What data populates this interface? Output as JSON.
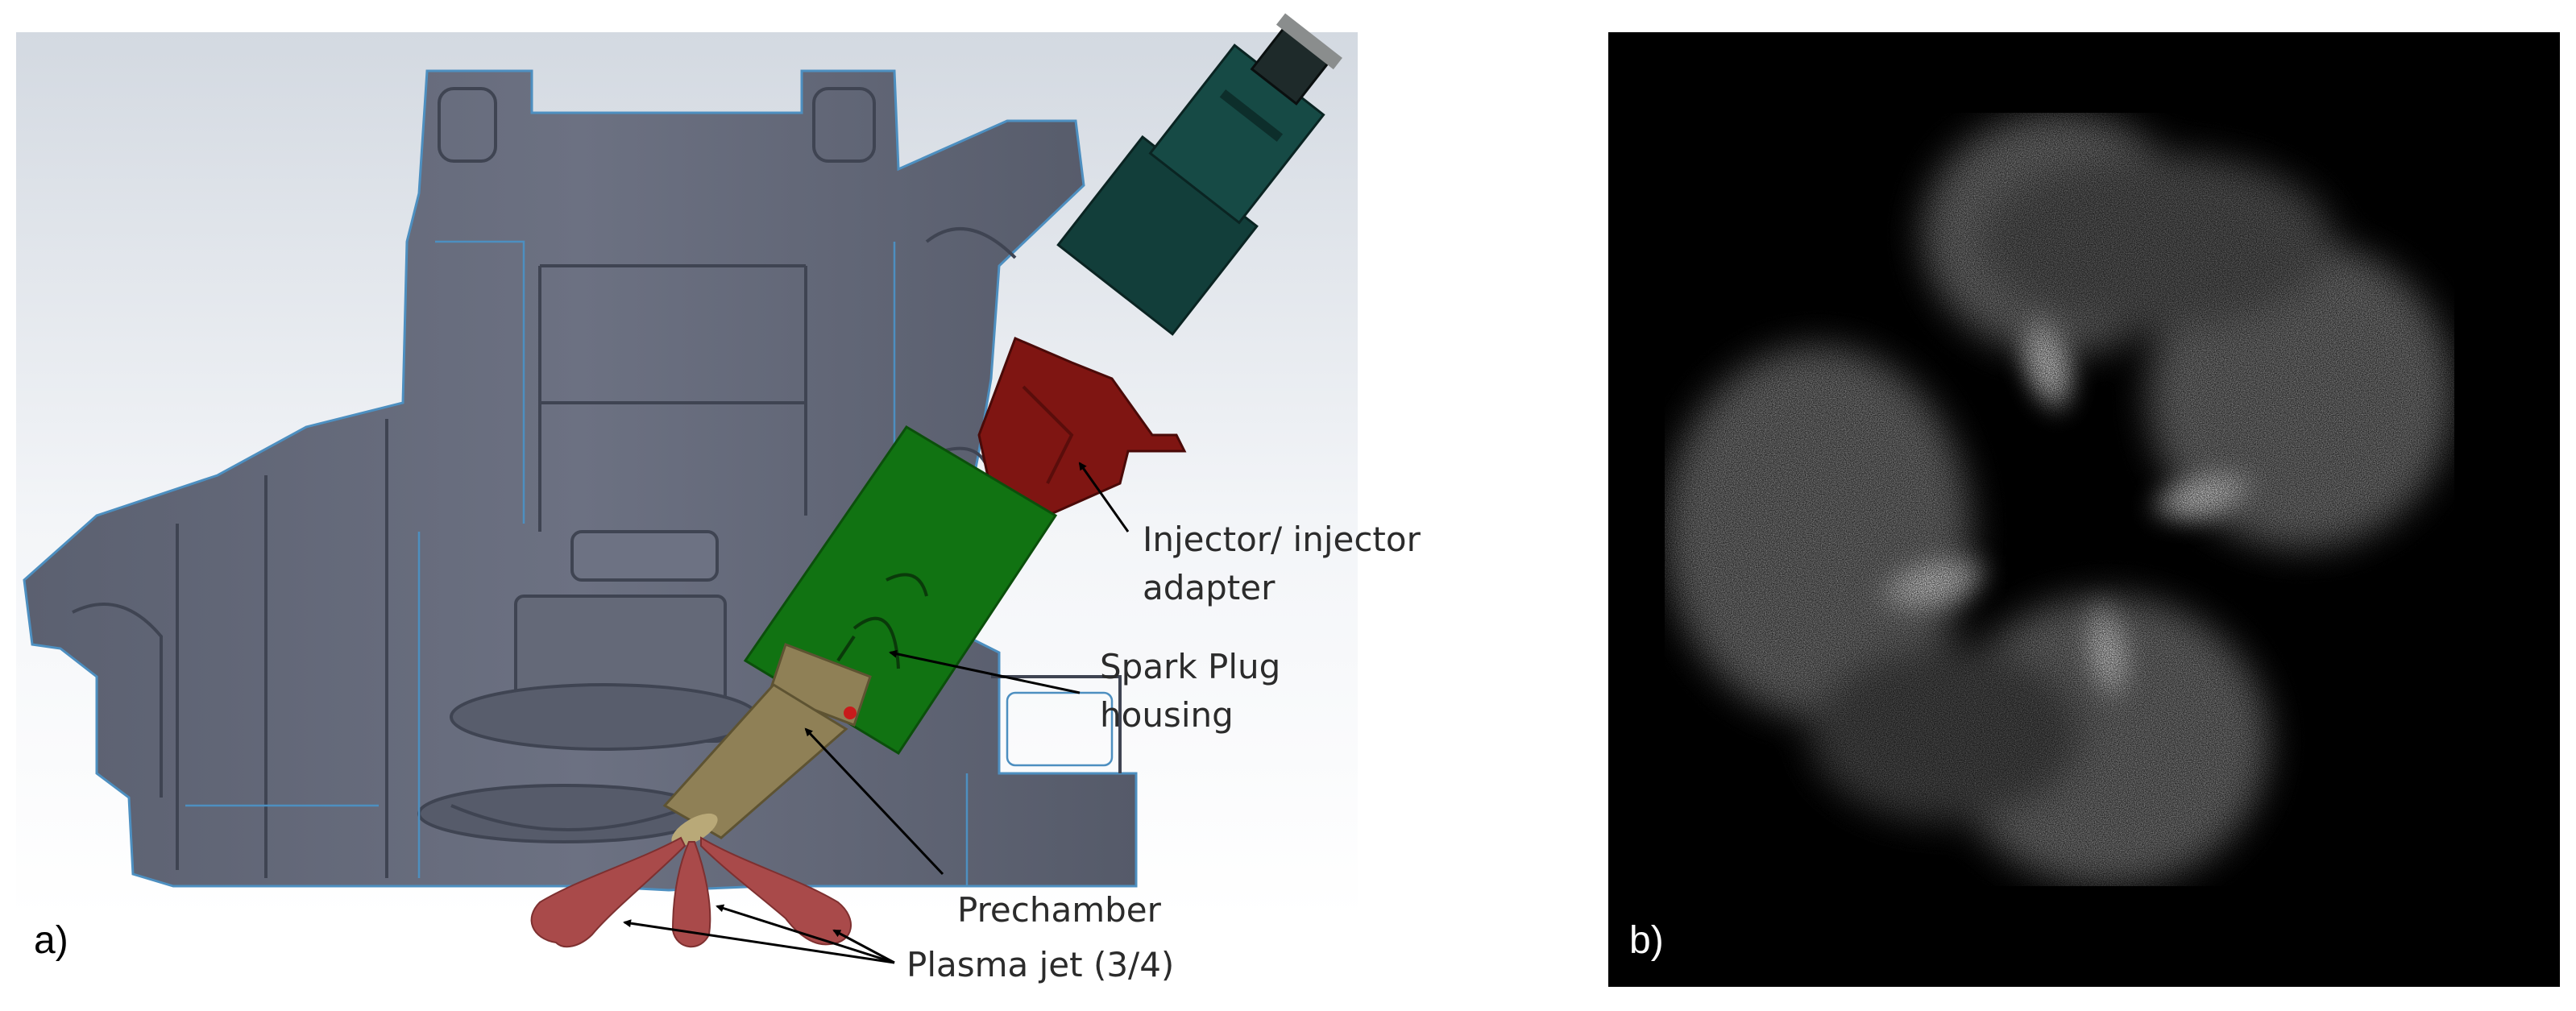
{
  "panels": {
    "a": {
      "label": "a)",
      "callouts": {
        "injector_line1": "Injector/ injector",
        "injector_line2": "adapter",
        "spark_line1": "Spark Plug",
        "spark_line2": "housing",
        "prechamber": "Prechamber",
        "plasma_jet": "Plasma jet (3/4)"
      },
      "colors": {
        "engine_head": "#5e6373",
        "injector": "#123e3a",
        "adapter": "#7f1512",
        "spark_plug_housing": "#117312",
        "prechamber": "#8f8056",
        "plasma_jet": "#a94a4a"
      }
    },
    "b": {
      "label": "b)",
      "colors": {
        "background": "#000000"
      }
    }
  }
}
